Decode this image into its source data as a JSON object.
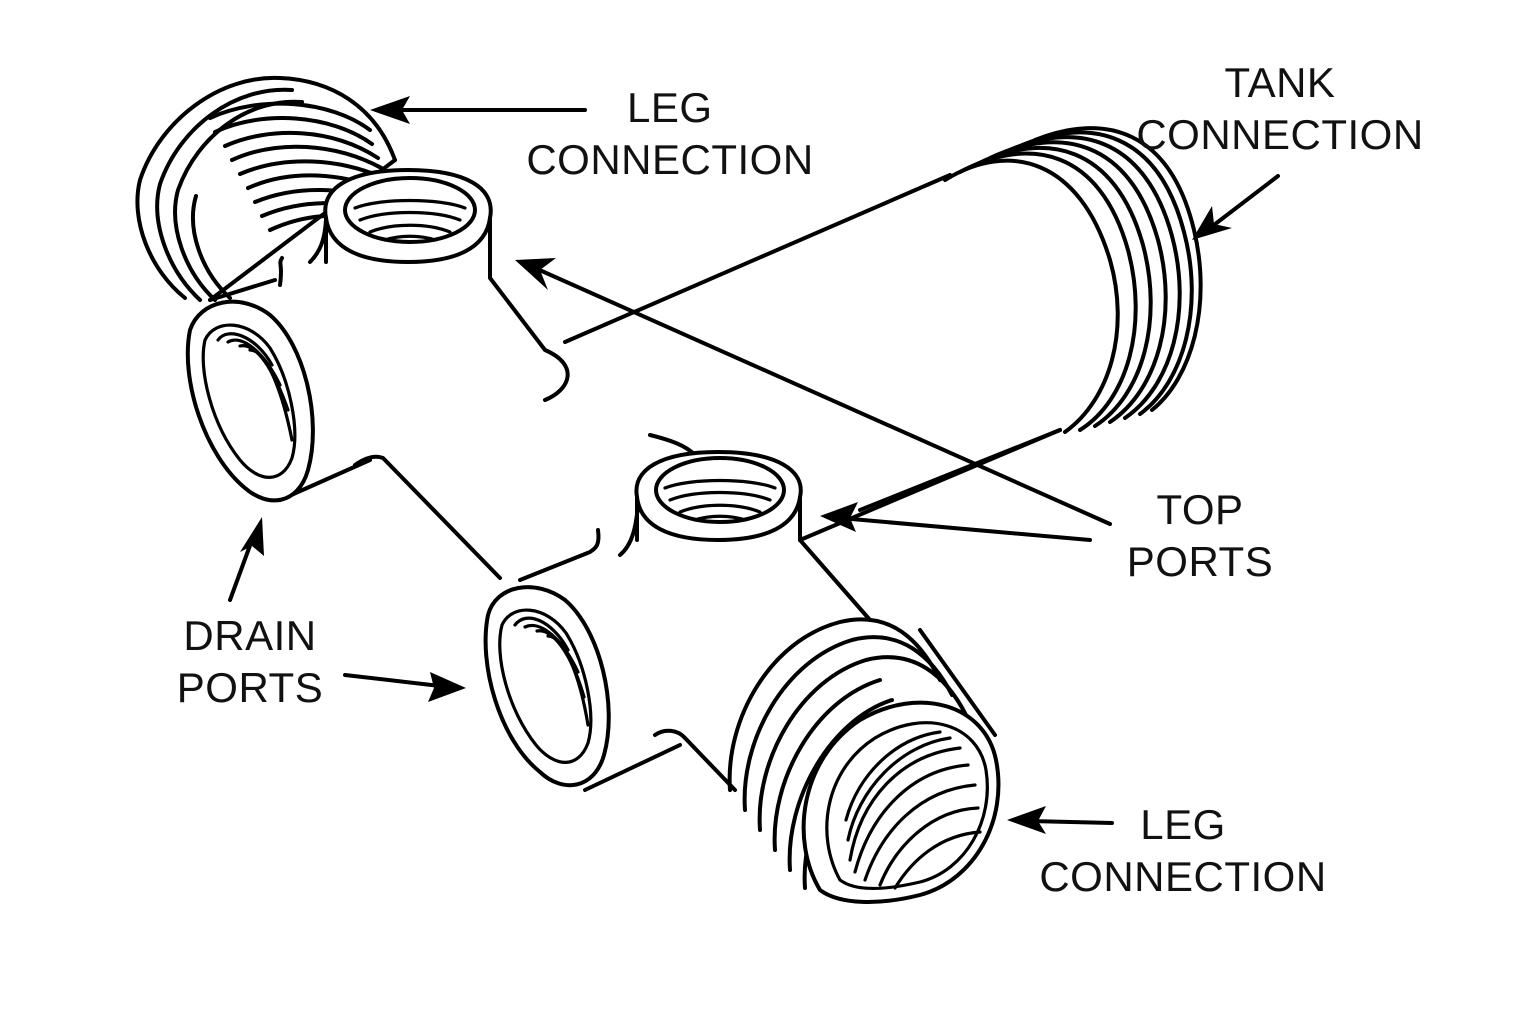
{
  "diagram": {
    "subject": "pipe manifold fitting",
    "colors": {
      "line": "#000000",
      "background": "#ffffff"
    },
    "callouts": [
      {
        "id": "leg-connection-top",
        "lines": [
          "LEG",
          "CONNECTION"
        ],
        "points_to": "upper threaded leg connection"
      },
      {
        "id": "tank-connection",
        "lines": [
          "TANK",
          "CONNECTION"
        ],
        "points_to": "threaded tank connection"
      },
      {
        "id": "top-ports",
        "lines": [
          "TOP",
          "PORTS"
        ],
        "points_to": "two top threaded ports"
      },
      {
        "id": "drain-ports",
        "lines": [
          "DRAIN",
          "PORTS"
        ],
        "points_to": "two side drain ports"
      },
      {
        "id": "leg-connection-bottom",
        "lines": [
          "LEG",
          "CONNECTION"
        ],
        "points_to": "lower threaded leg connection"
      }
    ]
  }
}
